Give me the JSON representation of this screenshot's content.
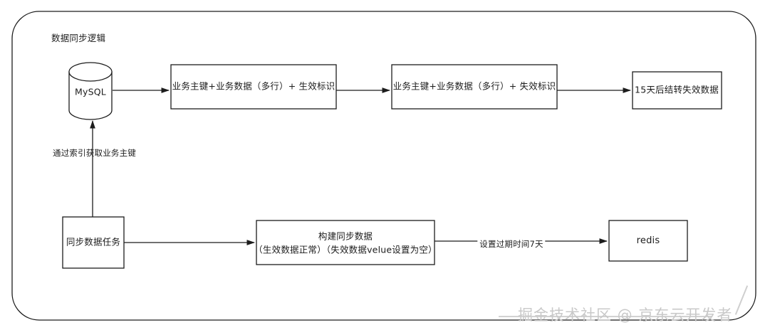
{
  "diagram": {
    "type": "flowchart",
    "group": {
      "title": "数据同步逻辑"
    },
    "nodes": {
      "mysql": {
        "label": "MySQL",
        "shape": "cylinder"
      },
      "box_valid": {
        "label": "业务主键+业务数据（多行）+ 生效标识",
        "shape": "rect"
      },
      "box_invalid": {
        "label": "业务主键+业务数据（多行）+ 失效标识",
        "shape": "rect"
      },
      "box_carryover": {
        "label": "15天后结转失效数据",
        "shape": "rect"
      },
      "box_task": {
        "label": "同步数据任务",
        "shape": "rect"
      },
      "box_build_line1": {
        "label": "构建同步数据",
        "shape": "rect"
      },
      "box_build_line2": {
        "label": "（生效数据正常）（失效数据velue设置为空）",
        "shape": "rect"
      },
      "box_redis": {
        "label": "redis",
        "shape": "rect"
      }
    },
    "edge_labels": {
      "index_lookup": "通过索引获取业务主键",
      "expire_time": "设置过期时间7天"
    }
  },
  "watermark": {
    "text": "掘金技术社区 @ 京东云开发者"
  },
  "colors": {
    "stroke": "#1c1c1c",
    "background": "#ffffff",
    "watermark": "#c9c9c9"
  }
}
